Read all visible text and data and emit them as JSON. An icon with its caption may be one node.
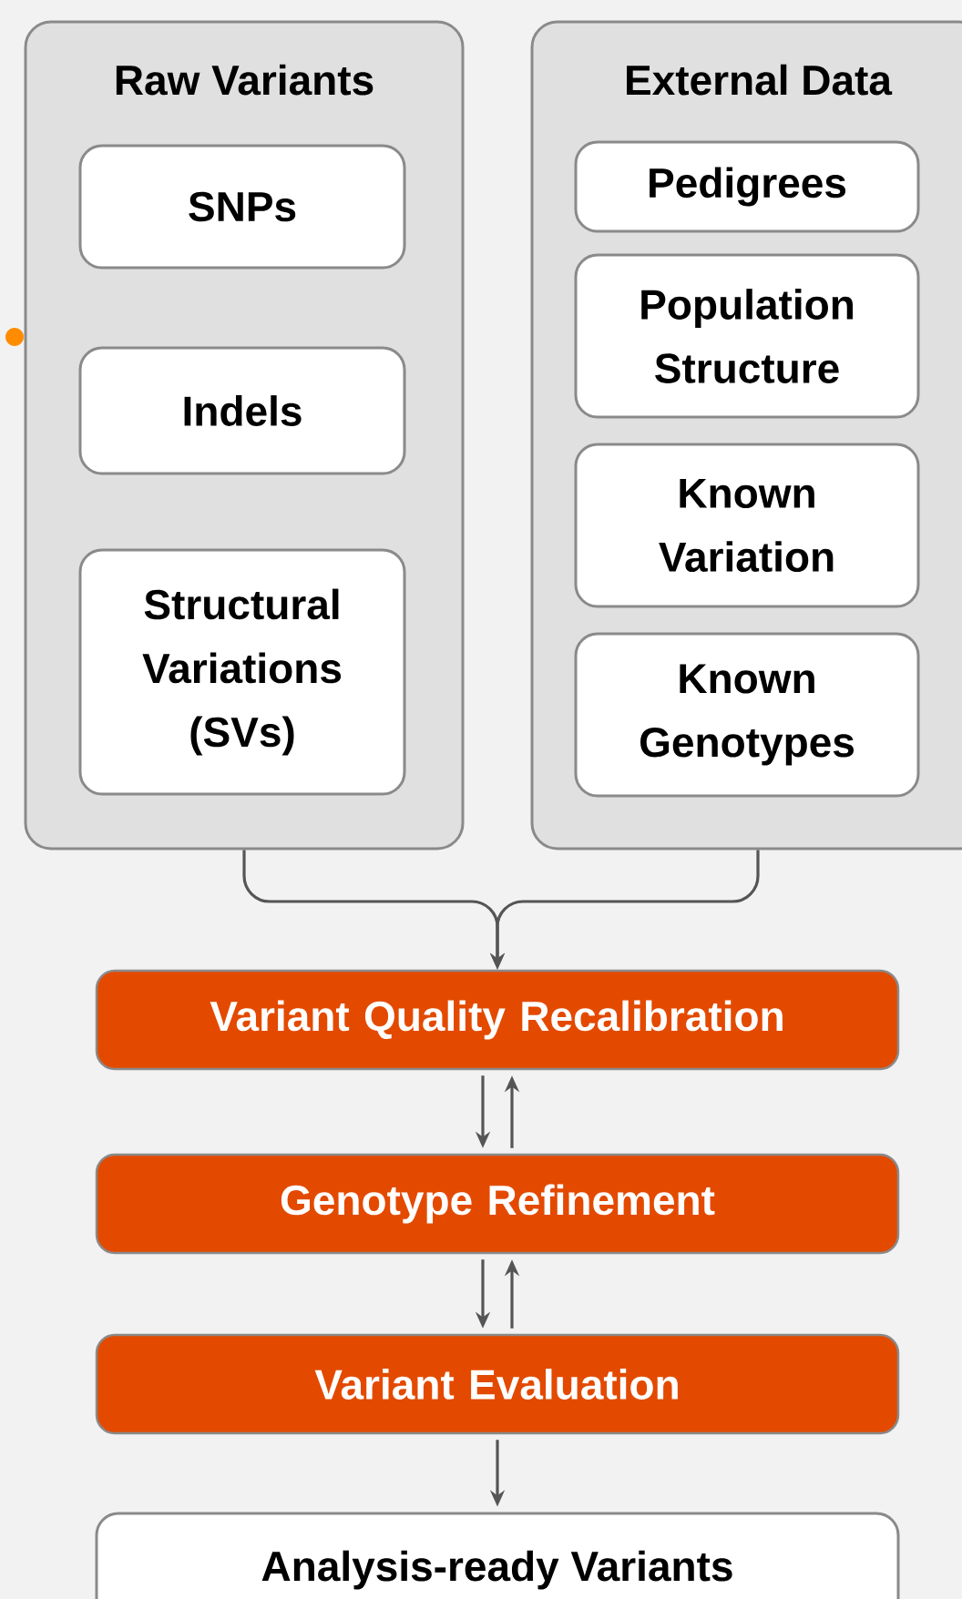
{
  "diagram": {
    "nodes": [
      {
        "text": [
          "Raw Variants"
        ]
      },
      {
        "text": [
          "SNPs"
        ],
        "in": 0
      },
      {
        "text": [
          "Indels"
        ],
        "in": 0
      },
      {
        "text": [
          "Structural Variations (SVs)"
        ],
        "in": 0
      },
      {
        "text": [
          "External Data"
        ]
      },
      {
        "text": [
          "Pedigrees"
        ],
        "in": 4
      },
      {
        "text": [
          "Population Structure"
        ],
        "in": 4
      },
      {
        "text": [
          "Known Variation"
        ],
        "in": 4
      },
      {
        "text": [
          "Known Genotypes"
        ],
        "in": 4
      },
      {
        "text": [
          "Variant Quality Recalibration"
        ]
      },
      {
        "text": [
          "Genotype Refinement"
        ]
      },
      {
        "text": [
          "Variant Evaluation"
        ]
      },
      {
        "text": [
          "Analysis-ready Variants"
        ]
      }
    ],
    "edges": [
      {
        "from": 0,
        "to": 9,
        "arrow": "to"
      },
      {
        "from": 4,
        "to": 9,
        "arrow": "to"
      },
      {
        "from": 9,
        "to": 10,
        "arrow": "to"
      },
      {
        "from": 10,
        "to": 9,
        "arrow": "to"
      },
      {
        "from": 10,
        "to": 11,
        "arrow": "to"
      },
      {
        "from": 11,
        "to": 10,
        "arrow": "to"
      },
      {
        "from": 11,
        "to": 12,
        "arrow": "to"
      }
    ]
  }
}
